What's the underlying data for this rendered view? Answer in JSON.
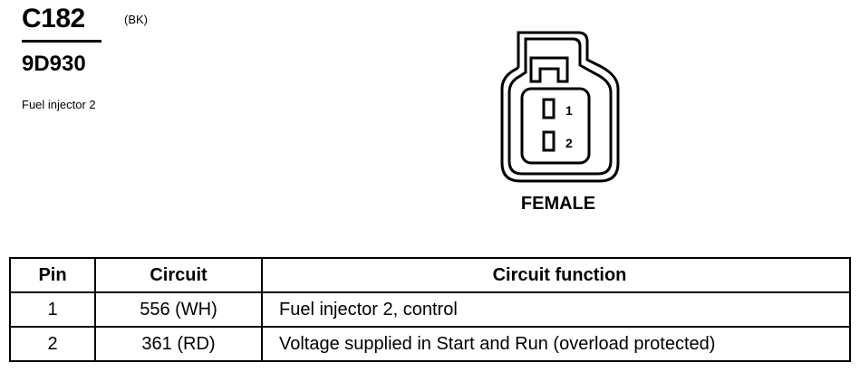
{
  "connector": {
    "id": "C182",
    "color_code": "(BK)",
    "part_number": "9D930",
    "component": "Fuel injector 2",
    "gender": "FEMALE",
    "pin_labels": [
      "1",
      "2"
    ]
  },
  "table": {
    "headers": [
      "Pin",
      "Circuit",
      "Circuit function"
    ],
    "rows": [
      {
        "pin": "1",
        "circuit": "556 (WH)",
        "function": "Fuel injector 2, control"
      },
      {
        "pin": "2",
        "circuit": "361 (RD)",
        "function": "Voltage supplied in Start and Run (overload protected)"
      }
    ]
  }
}
